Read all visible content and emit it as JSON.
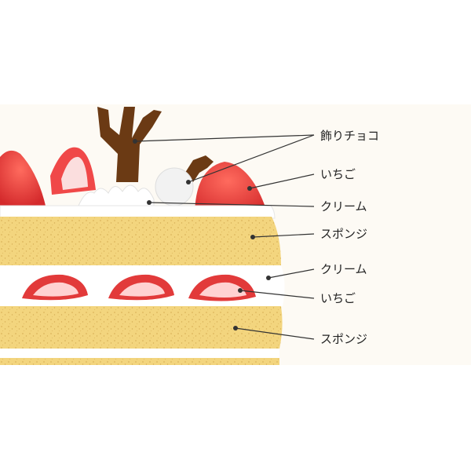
{
  "diagram": {
    "labels": {
      "decoration_chocolate": "飾りチョコ",
      "strawberry_top": "いちご",
      "cream_top": "クリーム",
      "sponge_top": "スポンジ",
      "cream_middle": "クリーム",
      "strawberry_middle": "いちご",
      "sponge_bottom": "スポンジ"
    },
    "colors": {
      "background": "#fdfaf4",
      "sponge": "#f3d57e",
      "cream": "#ffffff",
      "strawberry": "#e23a3a",
      "chocolate": "#6b3a14",
      "leader_line": "#333333"
    }
  }
}
